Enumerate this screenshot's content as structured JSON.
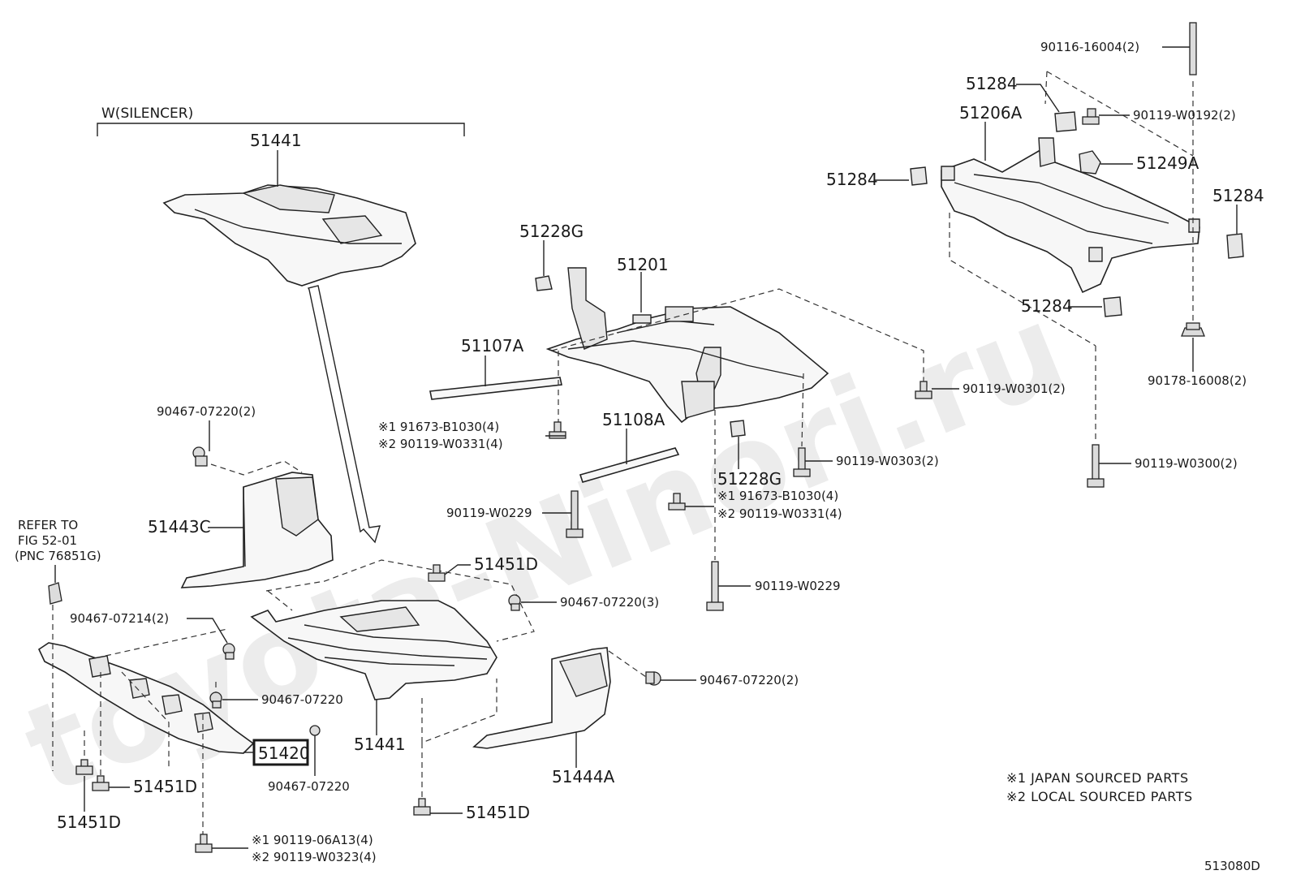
{
  "diagram": {
    "watermark": "toyota-Ninori.ru",
    "figure_code": "513080D",
    "notes": [
      "※1 JAPAN SOURCED PARTS",
      "※2 LOCAL SOURCED PARTS"
    ],
    "bracket_label": "W(SILENCER)",
    "refer_label": [
      "REFER TO",
      "FIG 52-01",
      "(PNC 76851G)"
    ],
    "highlighted_part": "51420",
    "labels": {
      "p90116": "90116-16004(2)",
      "p51284a": "51284",
      "p90119w0192": "90119-W0192(2)",
      "p51206a": "51206A",
      "p51284b": "51284",
      "p51249a": "51249A",
      "p51284c": "51284",
      "p51284d": "51284",
      "p90178": "90178-16008(2)",
      "p51441top": "51441",
      "p51228g_top": "51228G",
      "p51201": "51201",
      "p51107a": "51107A",
      "p90119w0301": "90119-W0301(2)",
      "p90467_07220_2a": "90467-07220(2)",
      "p91673a_1": "※1 91673-B1030(4)",
      "p91673a_2": "※2 90119-W0331(4)",
      "p51108a": "51108A",
      "p90119w0303": "90119-W0303(2)",
      "p90119w0300": "90119-W0300(2)",
      "p51228g_bot": "51228G",
      "p91673b_1": "※1 91673-B1030(4)",
      "p91673b_2": "※2 90119-W0331(4)",
      "p51443c": "51443C",
      "p90119w0229a": "90119-W0229",
      "p51451d_a": "51451D",
      "p90467_07220_3": "90467-07220(3)",
      "p90119w0229b": "90119-W0229",
      "p90467_07214": "90467-07214(2)",
      "p90467_07220_2b": "90467-07220(2)",
      "p90467_07220a": "90467-07220",
      "p51420": "51420",
      "p90467_07220b": "90467-07220",
      "p51441bot": "51441",
      "p51444a": "51444A",
      "p51451d_b": "51451D",
      "p51451d_c": "51451D",
      "p51451d_d": "51451D",
      "p90119_06a13": "※1 90119-06A13(4)",
      "p90119_w0323": "※2 90119-W0323(4)"
    }
  }
}
